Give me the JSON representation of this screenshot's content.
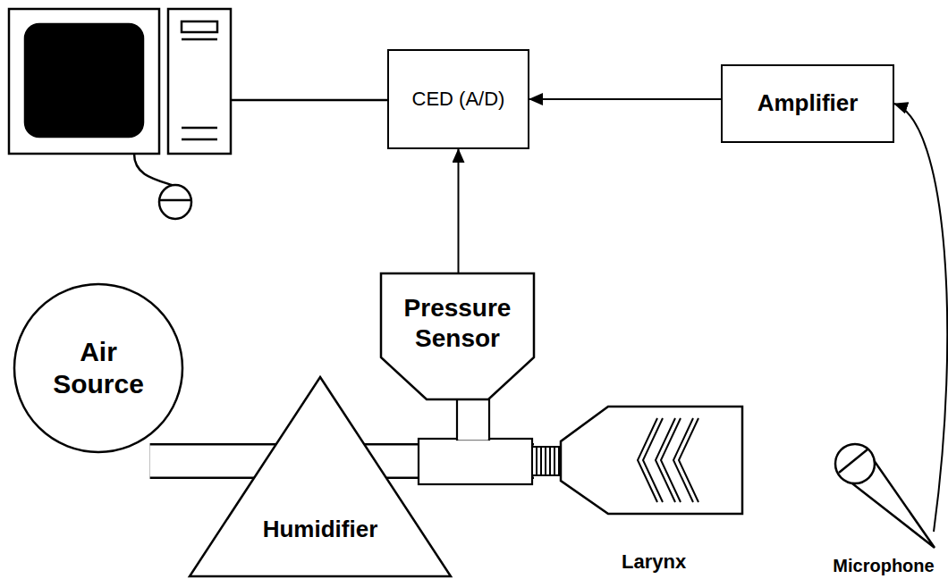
{
  "diagram": {
    "nodes": [
      {
        "text": [
          "CED (A/D)"
        ]
      },
      {
        "text": [
          "Amplifier"
        ]
      },
      {
        "text": [
          "Air Source"
        ]
      },
      {
        "text": [
          "Humidifier"
        ]
      },
      {
        "text": [
          "Pressure Sensor"
        ]
      },
      {
        "text": [
          "Larynx"
        ]
      },
      {
        "text": [
          "Microphone"
        ]
      }
    ],
    "edges": [
      {
        "from": 1,
        "to": 0,
        "arrow": "to"
      },
      {
        "from": 4,
        "to": 0,
        "arrow": "to"
      },
      {
        "from": 6,
        "to": 1,
        "arrow": "to"
      },
      {
        "from": 2,
        "to": 3,
        "arrow": "none"
      },
      {
        "from": 3,
        "to": 5,
        "arrow": "none"
      }
    ]
  }
}
